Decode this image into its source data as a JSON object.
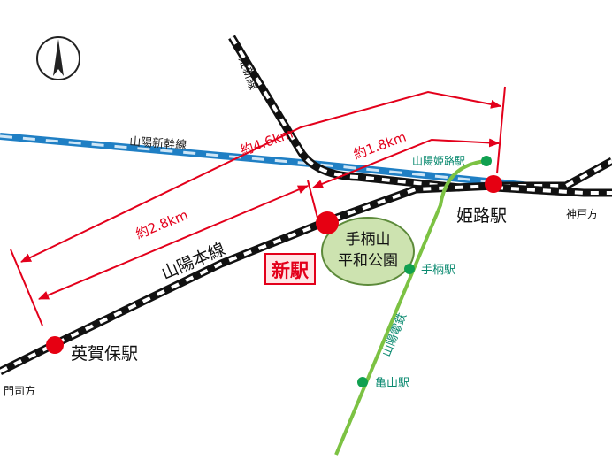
{
  "labels": {
    "himeji_line": "姫新線",
    "shinkansen": "山陽新幹線",
    "sanyo_main_line": "山陽本線",
    "sanyo_dentetsu": "山陽電鉄",
    "himeji_station": "姫路駅",
    "sanyo_himeji_station": "山陽姫路駅",
    "new_station": "新駅",
    "agaho_station": "英賀保駅",
    "tegara_station": "手柄駅",
    "kameyama_station": "亀山駅",
    "park_line1": "手柄山",
    "park_line2": "平和公園",
    "kobe_direction": "神戸方",
    "moji_direction": "門司方"
  },
  "distances": {
    "long": "約4.6km",
    "mid": "約2.8km",
    "short": "約1.8km"
  },
  "colors": {
    "distance_red": "#e3001b",
    "station_red": "#e60012",
    "shinkansen_blue": "#1f7fc4",
    "dentetsu_green": "#7cc243",
    "station_green": "#10a050",
    "park_fill": "#cde3b0",
    "park_stroke": "#5c8a3a",
    "label_teal": "#0b8a70"
  },
  "compass": "north-arrow"
}
